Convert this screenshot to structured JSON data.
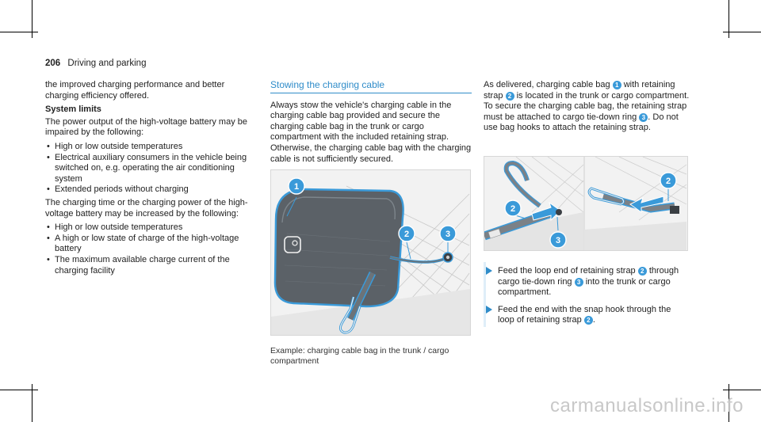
{
  "header": {
    "page_number": "206",
    "section": "Driving and parking"
  },
  "col1": {
    "intro": "the improved charging performance and better charging efficiency offered.",
    "heading_limits": "System limits",
    "para_power": "The power output of the high-voltage battery may be impaired by the following:",
    "list_power": [
      "High or low outside temperatures",
      "Electrical auxiliary consumers in the vehicle being switched on, e.g. operating the air conditioning system",
      "Extended periods without charging"
    ],
    "para_time": "The charging time or the charging power of the high-voltage battery may be increased by the following:",
    "list_time": [
      "High or low outside temperatures",
      "A high or low state of charge of the high-voltage battery",
      "The maximum available charge current of the charging facility"
    ]
  },
  "col2": {
    "section_title": "Stowing the charging cable",
    "para": "Always stow the vehicle's charging cable in the charging cable bag provided and secure the charging cable bag in the trunk or cargo compartment with the included retaining strap. Otherwise, the charging cable bag with the charging cable is not sufficiently secured.",
    "figure_caption": "Example: charging cable bag in the trunk / cargo compartment",
    "callouts": [
      "1",
      "2",
      "3"
    ]
  },
  "col3": {
    "para_a": "As delivered, charging cable bag",
    "para_b": "with retaining strap",
    "para_c": "is located in the trunk or cargo compartment. To secure the charging cable bag, the retaining strap must be attached to cargo tie-down ring",
    "para_d": ". Do not use bag hooks to attach the retaining strap.",
    "badges": [
      "1",
      "2",
      "3"
    ],
    "step1_a": "Feed the loop end of retaining strap",
    "step1_b": "through cargo tie-down ring",
    "step1_c": "into the trunk or cargo compartment.",
    "step2_a": "Feed the end with the snap hook through the loop of retaining strap",
    "step2_b": ".",
    "figure_callouts": [
      "2",
      "2",
      "3"
    ]
  },
  "watermark": "carmanualsonline.info",
  "colors": {
    "accent": "#2f8cc9",
    "badge": "#3a9ad9",
    "text": "#222222"
  }
}
